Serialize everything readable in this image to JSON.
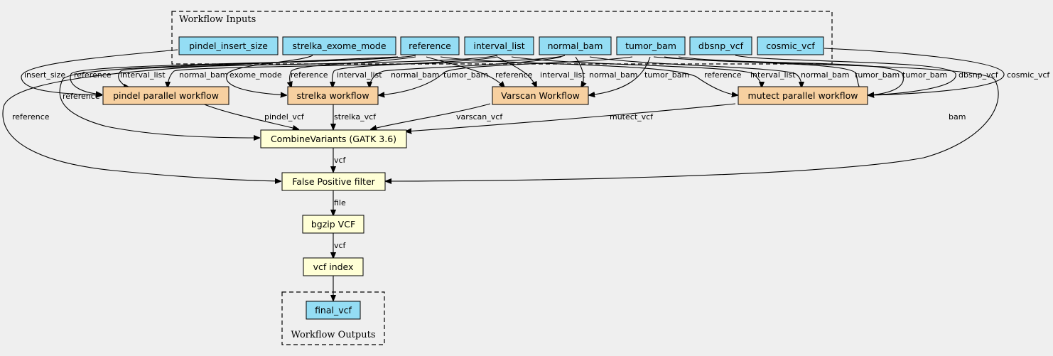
{
  "clusters": {
    "inputs_label": "Workflow Inputs",
    "outputs_label": "Workflow Outputs"
  },
  "colors": {
    "input_fill": "#94ddf4",
    "subworkflow_fill": "#f7d0a0",
    "step_fill": "#ffffd6",
    "output_fill": "#94ddf4",
    "background": "#efefef"
  },
  "nodes": {
    "pindel_insert_size": "pindel_insert_size",
    "strelka_exome_mode": "strelka_exome_mode",
    "reference": "reference",
    "interval_list": "interval_list",
    "normal_bam": "normal_bam",
    "tumor_bam": "tumor_bam",
    "dbsnp_vcf": "dbsnp_vcf",
    "cosmic_vcf": "cosmic_vcf",
    "pindel": "pindel parallel workflow",
    "strelka": "strelka workflow",
    "varscan": "Varscan Workflow",
    "mutect": "mutect parallel workflow",
    "combine": "CombineVariants (GATK 3.6)",
    "fp_filter": "False Positive filter",
    "bgzip": "bgzip VCF",
    "index": "vcf index",
    "final_vcf": "final_vcf"
  },
  "edge_labels": {
    "e1": "insert_size",
    "e2": "reference",
    "e3": "interval_list",
    "e4": "normal_bam",
    "e5": "exome_mode",
    "e6": "reference",
    "e7": "interval_list",
    "e8": "normal_bam",
    "e9": "tumor_bam",
    "e10": "reference",
    "e11": "interval_list",
    "e12": "normal_bam",
    "e13": "tumor_bam",
    "e14": "reference",
    "e15": "interval_list",
    "e16": "normal_bam",
    "e17": "tumor_bam",
    "e18": "tumor_bam",
    "e19": "dbsnp_vcf",
    "e20": "cosmic_vcf",
    "e21": "reference",
    "e22": "reference",
    "e23": "pindel_vcf",
    "e24": "strelka_vcf",
    "e25": "varscan_vcf",
    "e26": "mutect_vcf",
    "e27": "bam",
    "e28": "vcf",
    "e29": "file",
    "e30": "vcf"
  }
}
